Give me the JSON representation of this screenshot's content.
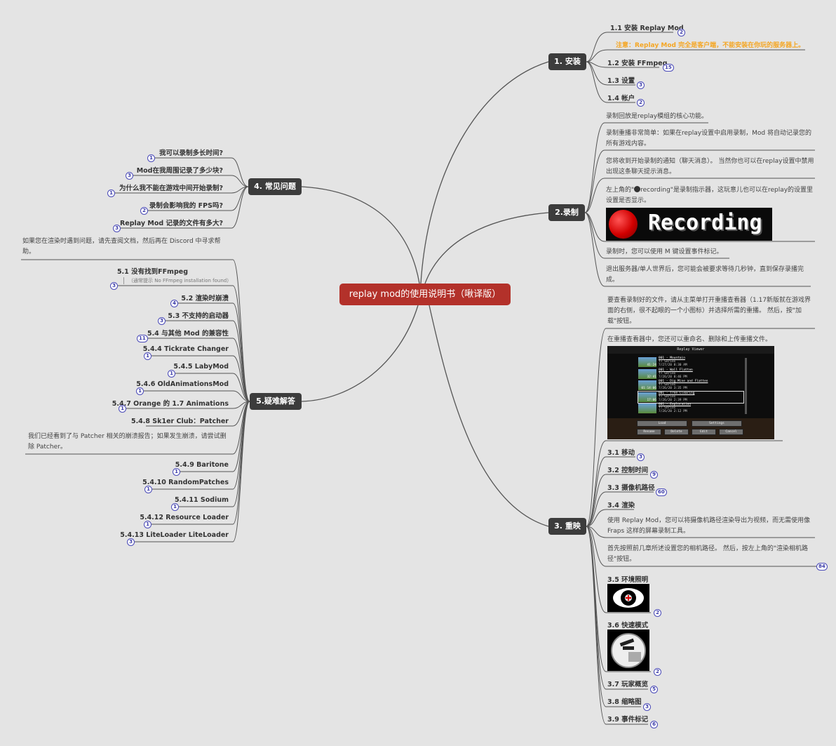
{
  "root": "replay mod的使用说明书（啾译版）",
  "branches": {
    "install": "1. 安装",
    "record": "2.录制",
    "replay": "3. 重映",
    "faq": "4. 常见问题",
    "trouble": "5.疑难解答"
  },
  "install": {
    "i1": "1.1 安装 Replay Mod",
    "i1_count": "2",
    "note": "注意：Replay Mod 完全是客户端，不能安装在你玩的服务器上。",
    "i2": "1.2 安装 FFmpeg",
    "i2_count": "15",
    "i3": "1.3 设置",
    "i3_count": "3",
    "i4": "1.4 帐户",
    "i4_count": "2"
  },
  "record": {
    "p1": "录制回放是replay模组的核心功能。",
    "p2": "录制重播非常简单：如果在replay设置中启用录制，Mod 将自动记录您的所有游戏内容。",
    "p3": "您将收到开始录制的通知（聊天消息）。 当然你也可以在replay设置中禁用出现这条聊天提示消息。",
    "p4a": "左上角的\"",
    "p4b": "recording\"是录制指示器，这玩意儿也可以在replay的设置里设置是否显示。",
    "recording_label": "Recording",
    "p5": "录制时，您可以使用 M 键设置事件标记。",
    "p6": "退出服务器/单人世界后，您可能会被要求等待几秒钟，直到保存录播完成。"
  },
  "replay": {
    "p1": "要查看录制好的文件，请从主菜单打开重播查看器（1.17新版就在游戏界面的右侧，很不起眼的一个小图标）并选择所需的重播。 然后，按\"加载\"按钮。",
    "p2": "在重播查看器中，您还可以重命名、删除和上传重播文件。",
    "viewer": {
      "title": "Replay Viewer",
      "rows": [
        {
          "name": "001 - Mountain",
          "sub": "YT Series",
          "date": "7/27/20 8:30 AM",
          "dur": "41:24"
        },
        {
          "name": "001 - Wall Flatten",
          "sub": "YT Series",
          "date": "7/26/20 8:46 PM",
          "dur": "32:41"
        },
        {
          "name": "001 - Dig Mine and Flatten",
          "sub": "YT Series",
          "date": "7/26/20 3:35 PM",
          "dur": "01:14:06"
        },
        {
          "name": "001 - Tree Clearing",
          "sub": "YT Series",
          "date": "7/26/20 2:39 PM",
          "dur": "17:06"
        },
        {
          "name": "001 - Exploration",
          "sub": "YT Series",
          "date": "7/26/20 2:12 PM",
          "dur": ""
        }
      ],
      "buttons": [
        "Load",
        "Settings",
        "Rename",
        "Delete",
        "Edit",
        "Cancel"
      ]
    },
    "i1": "3.1 移动",
    "i1_count": "3",
    "i2": "3.2 控制时间",
    "i2_count": "9",
    "i3": "3.3 摄像机路径",
    "i3_count": "60",
    "i4": "3.4 渲染",
    "p3": "使用 Replay Mod，您可以将摄像机路径渲染导出为视频，而无需使用像 Fraps 这样的屏幕录制工具。",
    "p4": "首先按照前几章所述设置您的相机路径。 然后，按左上角的\"渲染相机路径\"按钮。",
    "p4_count": "84",
    "i5": "3.5 环境照明",
    "i5_count": "2",
    "i6": "3.6 快速模式",
    "i6_count": "2",
    "i7": "3.7 玩家概览",
    "i7_count": "5",
    "i8": "3.8 缩略图",
    "i8_count": "3",
    "i9": "3.9 事件标记",
    "i9_count": "6"
  },
  "faq": {
    "q1": "我可以录制多长时间?",
    "q1_count": "1",
    "q2": "Mod在我周围记录了多少块?",
    "q2_count": "3",
    "q3": "为什么我不能在游戏中间开始录制?",
    "q3_count": "1",
    "q4": "录制会影响我的 FPS吗?",
    "q4_count": "2",
    "q5": "Replay Mod 记录的文件有多大?",
    "q5_count": "3"
  },
  "trouble": {
    "intro": "如果您在渲染时遇到问题，请先查阅文档，然后再在 Discord 中寻求帮助。",
    "t1": "5.1 没有找到FFmpeg",
    "t1_sub": "（通常提示 No FFmpeg installation found）",
    "t1_count": "3",
    "t2": "5.2 渲染时崩溃",
    "t2_count": "4",
    "t3": "5.3 不支持的启动器",
    "t3_count": "3",
    "t4": "5.4 与其他 Mod 的兼容性",
    "t4_count": "11",
    "t5": "5.4.4 Tickrate Changer",
    "t5_count": "1",
    "t6": "5.4.5 LabyMod",
    "t6_count": "1",
    "t7": "5.4.6 OldAnimationsMod",
    "t7_count": "1",
    "t8": "5.4.7 Orange 的 1.7 Animations",
    "t8_count": "1",
    "t9": "5.4.8 Sk1er Club：Patcher",
    "t9_note": "我们已经看到了与 Patcher 相关的崩溃报告；如果发生崩溃，请尝试删除 Patcher。",
    "t10": "5.4.9 Baritone",
    "t10_count": "1",
    "t11": "5.4.10 RandomPatches",
    "t11_count": "1",
    "t12": "5.4.11 Sodium",
    "t12_count": "1",
    "t13": "5.4.12 Resource Loader",
    "t13_count": "1",
    "t14": "5.4.13 LiteLoader LiteLoader",
    "t14_count": "3"
  },
  "colors": {
    "root": "#b3312a",
    "branch": "#3c3c3c",
    "note": "#f5a623",
    "badge": "#4a4ab8",
    "background": "#e4e4e4"
  }
}
